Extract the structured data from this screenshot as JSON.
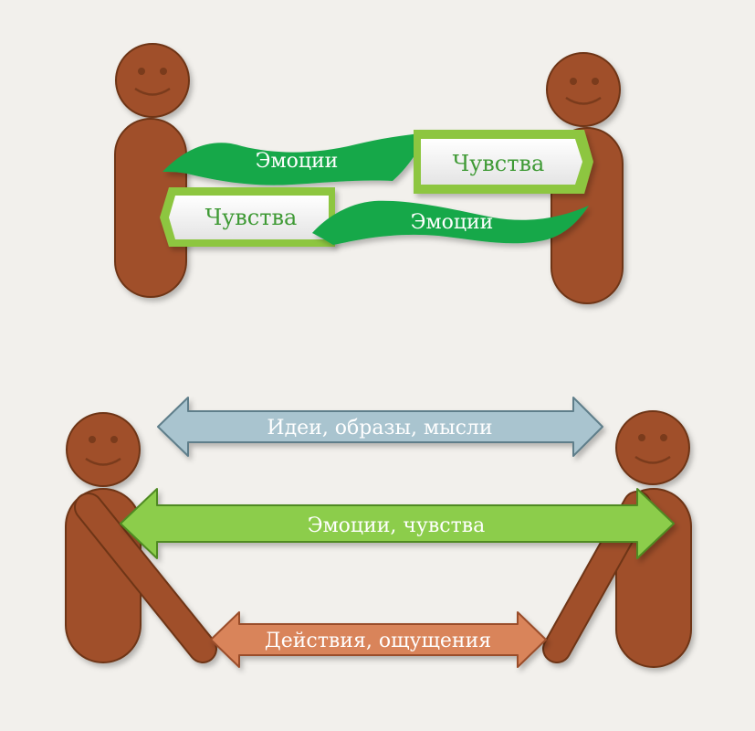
{
  "top": {
    "flag_left_label": "Эмоции",
    "card_right_label": "Чувства",
    "card_left_label": "Чувства",
    "flag_right_label": "Эмоции"
  },
  "bottom": {
    "arrow_ideas_label": "Идеи, образы, мысли",
    "arrow_emotions_label": "Эмоции, чувства",
    "arrow_actions_label": "Действия, ощущения"
  },
  "colors": {
    "person": "#a0502a",
    "person_outline": "#6e3418",
    "flag_green": "#16a84a",
    "card_green": "#8dc63f",
    "arrow_ideas": "#a9c4cf",
    "arrow_emotions": "#8ccd4c",
    "arrow_actions": "#d9845a"
  }
}
